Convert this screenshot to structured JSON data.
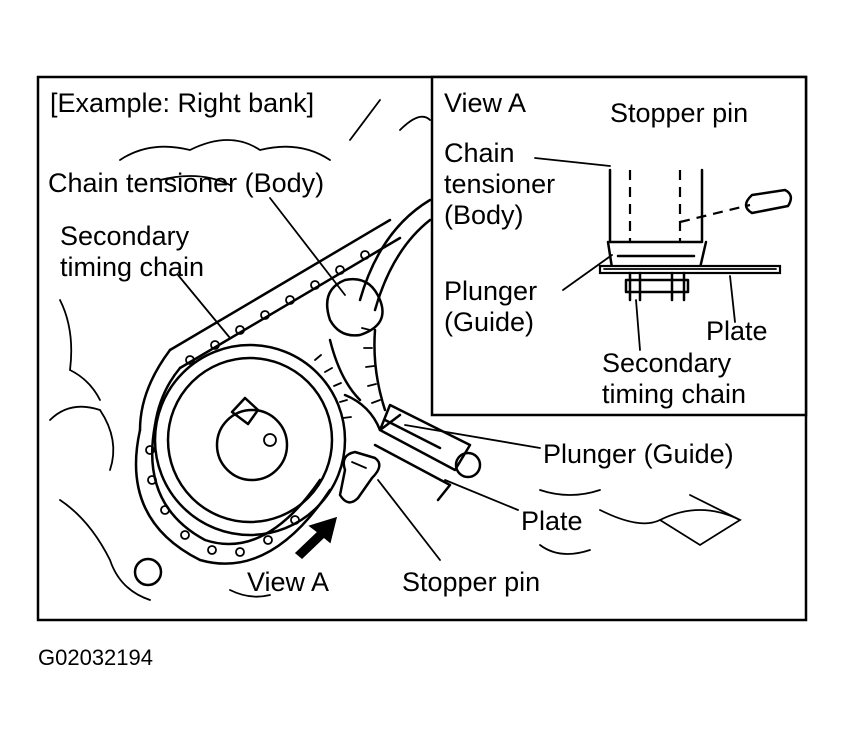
{
  "labels": {
    "example": "[Example: Right bank]",
    "chain_tensioner_body": "Chain tensioner (Body)",
    "secondary_timing_chain_1": "Secondary",
    "secondary_timing_chain_2": "timing chain",
    "plunger_guide": "Plunger (Guide)",
    "plate": "Plate",
    "view_a": "View A",
    "stopper_pin": "Stopper pin"
  },
  "inset": {
    "title": "View A",
    "stopper_pin": "Stopper pin",
    "chain_1": "Chain",
    "tensioner_1": "tensioner",
    "body_1": "(Body)",
    "plunger": "Plunger",
    "guide": "(Guide)",
    "plate": "Plate",
    "secondary_1": "Secondary",
    "secondary_2": "timing chain"
  },
  "figure_code": "G02032194"
}
